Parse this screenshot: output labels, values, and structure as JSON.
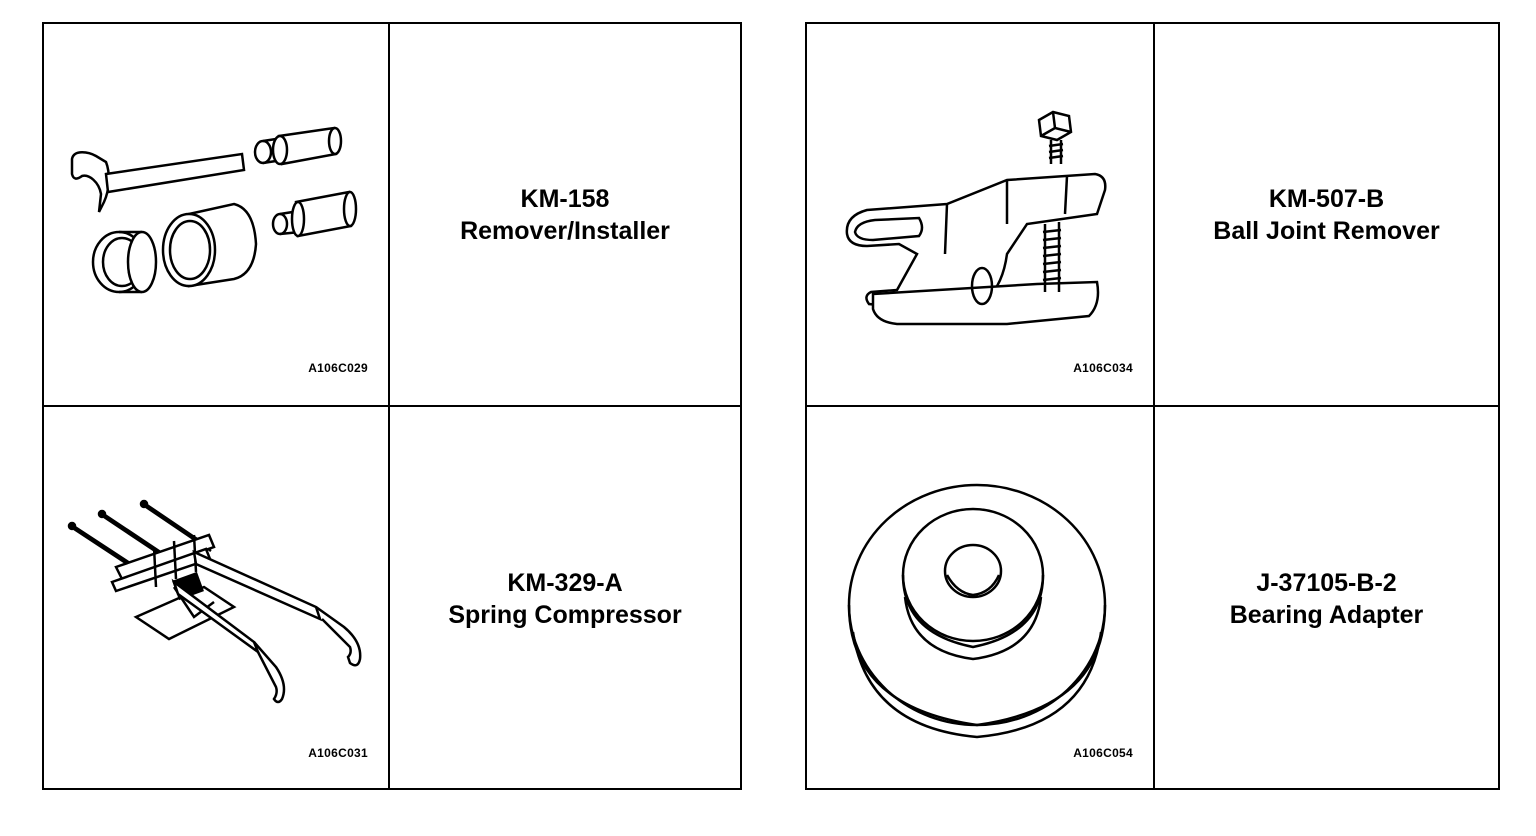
{
  "tools": [
    {
      "part": "KM-158",
      "name": "Remover/Installer",
      "code": "A106C029",
      "icon": "remover-installer-icon"
    },
    {
      "part": "KM-507-B",
      "name": "Ball Joint Remover",
      "code": "A106C034",
      "icon": "ball-joint-remover-icon"
    },
    {
      "part": "KM-329-A",
      "name": "Spring Compressor",
      "code": "A106C031",
      "icon": "spring-compressor-icon"
    },
    {
      "part": "J-37105-B-2",
      "name": "Bearing Adapter",
      "code": "A106C054",
      "icon": "bearing-adapter-icon"
    }
  ]
}
